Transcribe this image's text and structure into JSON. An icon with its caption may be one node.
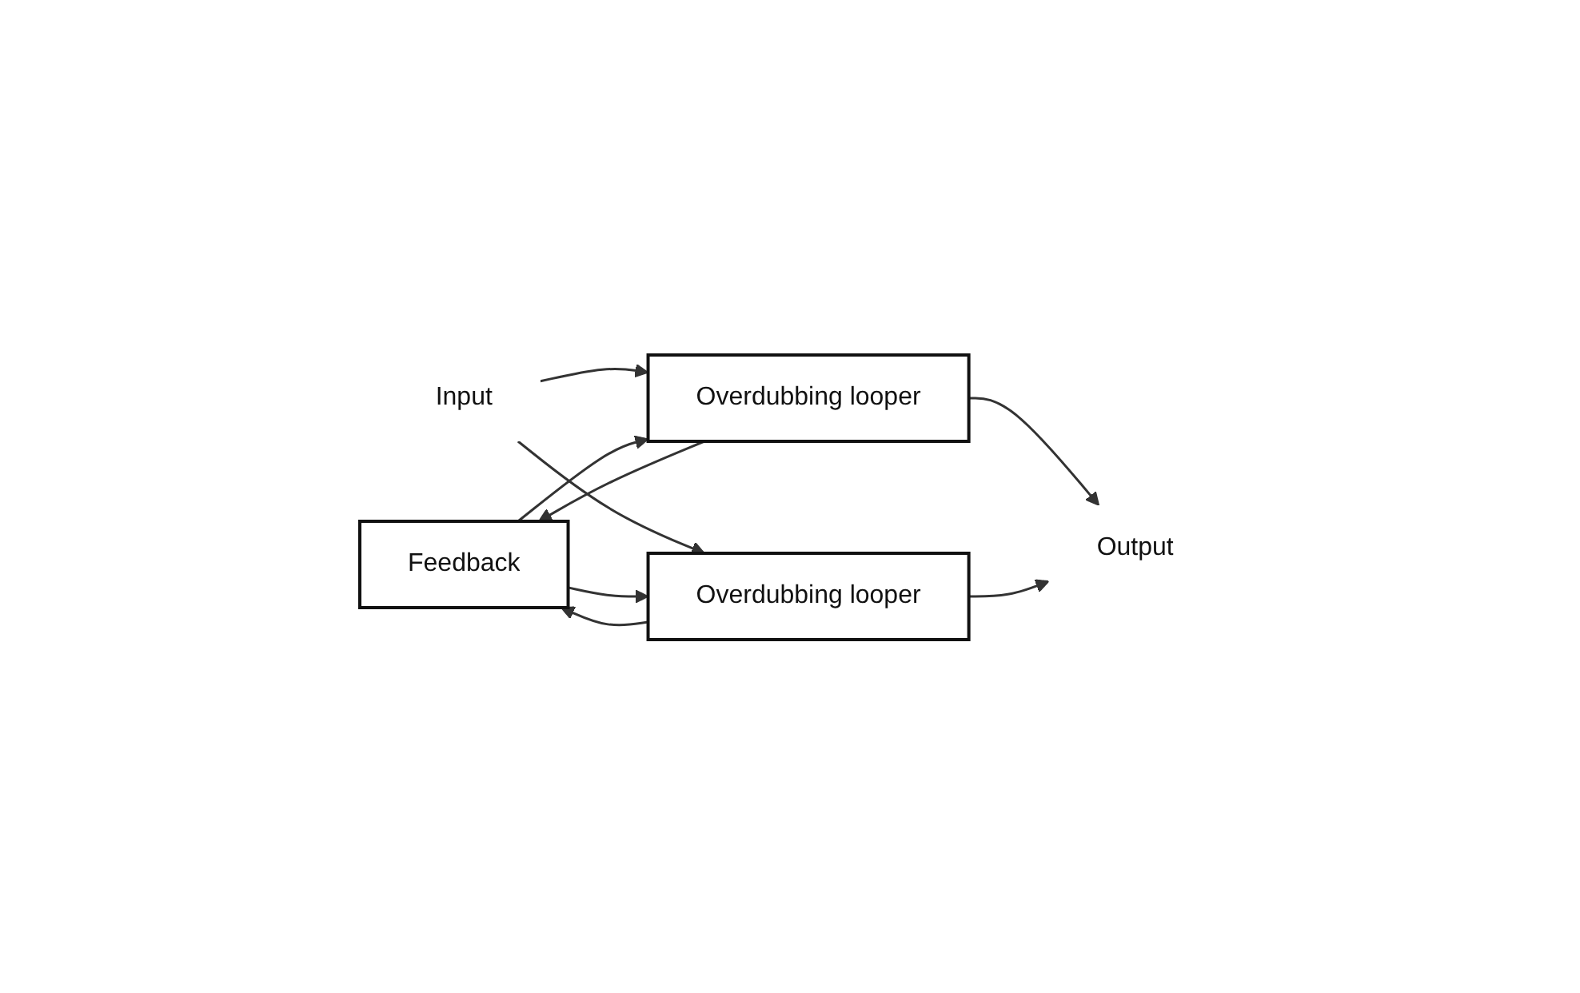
{
  "diagram": {
    "nodes": [
      {
        "text": [
          "Feedback"
        ]
      },
      {
        "text": [
          "Input"
        ]
      },
      {
        "text": [
          "Overdubbing looper"
        ]
      },
      {
        "text": [
          "Overdubbing looper"
        ]
      },
      {
        "text": [
          "Output"
        ]
      }
    ],
    "edges": [
      {
        "from": 1,
        "to": 2,
        "arrow": "to"
      },
      {
        "from": 1,
        "to": 3,
        "arrow": "to"
      },
      {
        "from": 2,
        "to": 4,
        "arrow": "to"
      },
      {
        "from": 3,
        "to": 4,
        "arrow": "to"
      },
      {
        "from": 2,
        "to": 0,
        "arrow": "to"
      },
      {
        "from": 3,
        "to": 0,
        "arrow": "to"
      },
      {
        "from": 0,
        "to": 2,
        "arrow": "to"
      },
      {
        "from": 0,
        "to": 3,
        "arrow": "to"
      }
    ]
  }
}
